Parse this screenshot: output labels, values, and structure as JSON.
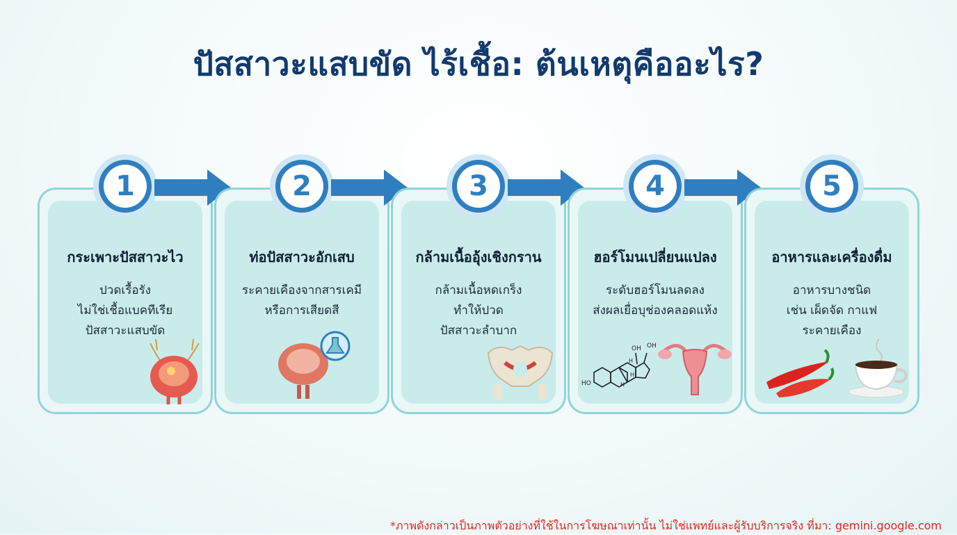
{
  "title": "ปัสสาวะแสบขัด ไร้เชื้อ: ต้นเหตุคืออะไร?",
  "steps": [
    {
      "number": "1",
      "heading": "กระเพาะปัสสาวะไว",
      "lines": [
        "ปวดเรื้อรัง",
        "ไม่ใช่เชื้อแบคทีเรีย",
        "ปัสสาวะแสบขัด"
      ],
      "icon": "inflamed-bladder-icon"
    },
    {
      "number": "2",
      "heading": "ท่อปัสสาวะอักเสบ",
      "lines": [
        "ระคายเคืองจากสารเคมี",
        "หรือการเสียดสี"
      ],
      "icon": "urethra-chemical-icon"
    },
    {
      "number": "3",
      "heading": "กล้ามเนื้ออุ้งเชิงกราน",
      "lines": [
        "กล้ามเนื้อหดเกร็ง",
        "ทำให้ปวด",
        "ปัสสาวะลำบาก"
      ],
      "icon": "pelvis-icon"
    },
    {
      "number": "4",
      "heading": "ฮอร์โมนเปลี่ยนแปลง",
      "lines": [
        "ระดับฮอร์โมนลดลง",
        "ส่งผลเยื่อบุช่องคลอดแห้ง"
      ],
      "icon": "hormone-uterus-icon"
    },
    {
      "number": "5",
      "heading": "อาหารและเครื่องดื่ม",
      "lines": [
        "อาหารบางชนิด",
        "เช่น เผ็ดจัด กาแฟ",
        "ระคายเคือง"
      ],
      "icon": "chili-coffee-icon"
    }
  ],
  "molecule_labels": {
    "oh_top": "OH",
    "oh_side": "OH",
    "ho_left": "HO",
    "h1": "H",
    "h2": "H",
    "h3": "H"
  },
  "footer": "*ภาพดังกล่าวเป็นภาพตัวอย่างที่ใช้ในการโฆษณาเท่านั้น ไม่ใช่แพทย์และผู้รับบริการจริง ที่มา: gemini.google.com",
  "colors": {
    "title": "#123a6e",
    "accent": "#2f7fc0",
    "card_border": "#8fd4d6",
    "card_fill": "#c9eceb",
    "footer": "#e0261e"
  }
}
